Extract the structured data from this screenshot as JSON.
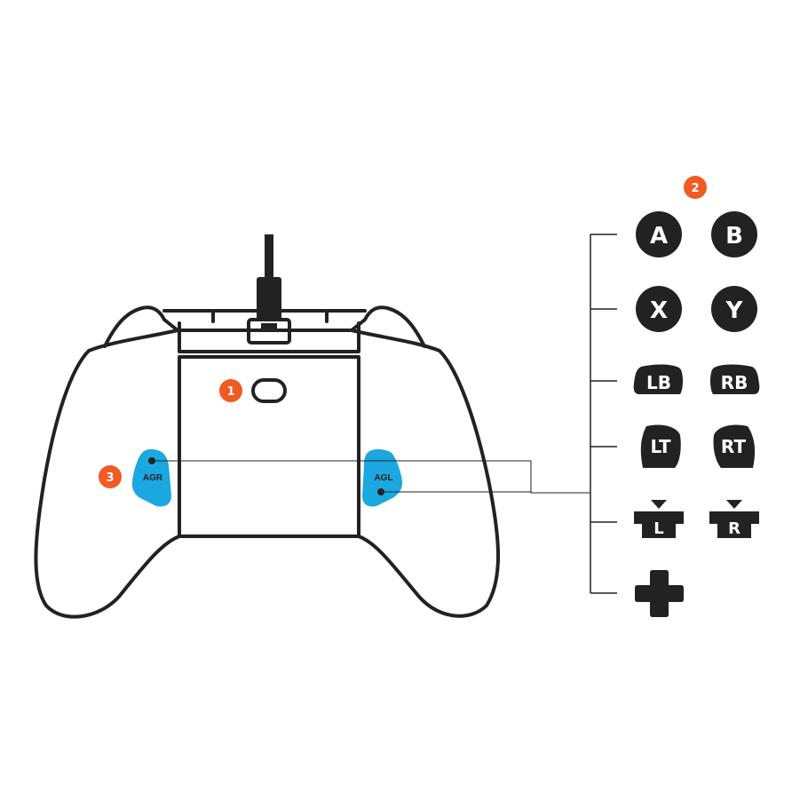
{
  "colors": {
    "outline": "#222222",
    "callout": "#f15a22",
    "paddle": "#1ba8e0",
    "button_fill": "#222222"
  },
  "callouts": {
    "c1": "1",
    "c2": "2",
    "c3": "3"
  },
  "paddles": {
    "left": "AGR",
    "right": "AGL"
  },
  "buttons": {
    "a": "A",
    "b": "B",
    "x": "X",
    "y": "Y",
    "lb": "LB",
    "rb": "RB",
    "lt": "LT",
    "rt": "RT",
    "l": "L",
    "r": "R"
  },
  "icons": {
    "dpad": "dpad-icon",
    "cable": "usb-cable-icon",
    "program_button": "program-button-icon"
  }
}
